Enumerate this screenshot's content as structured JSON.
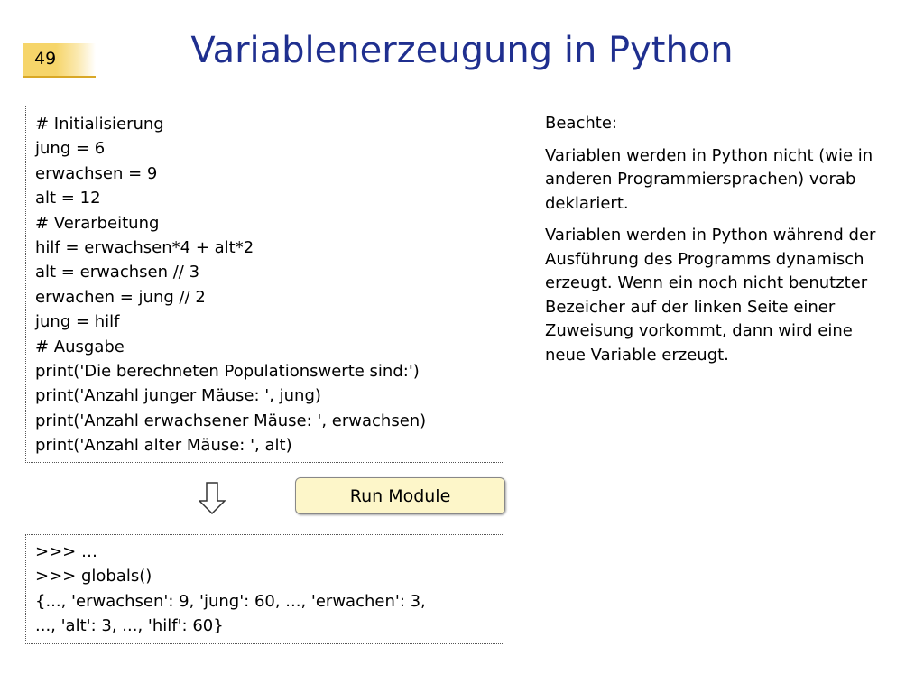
{
  "slide": {
    "number": "49",
    "title": "Variablenerzeugung in Python"
  },
  "code": {
    "lines": [
      "# Initialisierung",
      "jung = 6",
      "erwachsen = 9",
      "alt = 12",
      "# Verarbeitung",
      "hilf = erwachsen*4 + alt*2",
      "alt = erwachsen // 3",
      "erwachen = jung // 2",
      "jung = hilf",
      "# Ausgabe",
      "print('Die berechneten Populationswerte sind:')",
      "print('Anzahl junger Mäuse: ', jung)",
      "print('Anzahl erwachsener Mäuse: ', erwachsen)",
      "print('Anzahl alter Mäuse: ', alt)"
    ]
  },
  "run_button": {
    "label": "Run Module"
  },
  "output": {
    "lines": [
      ">>> …",
      ">>> globals()",
      "{..., 'erwachsen': 9, 'jung': 60, ..., 'erwachen': 3,",
      "..., 'alt': 3, ..., 'hilf': 60}"
    ]
  },
  "notes": {
    "heading": "Beachte:",
    "paragraph1": "Variablen werden in Python nicht (wie in anderen Programmiersprachen) vorab deklariert.",
    "paragraph2": "Variablen werden in Python während der Ausführung des Programms dynamisch erzeugt. Wenn ein noch nicht benutzter Bezeicher auf der linken Seite einer Zuweisung vorkommt, dann wird eine neue Variable erzeugt."
  },
  "icons": {
    "arrow": "down-arrow-icon"
  },
  "colors": {
    "title": "#1f2f8f",
    "slide_number_bg": "#f6d56a",
    "button_bg": "#fdf6c9"
  }
}
